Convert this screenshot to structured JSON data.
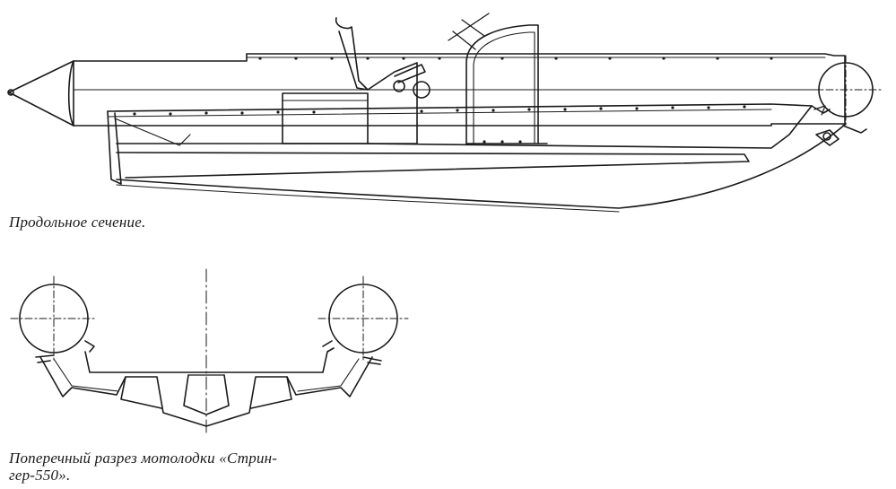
{
  "captions": {
    "longitudinal": "Продольное сечение.",
    "transverse_line1": "Поперечный разрез мотолодки «Стрин-",
    "transverse_line2": "гер-550»."
  },
  "colors": {
    "ink": "#1a1a1a",
    "paper": "#ffffff"
  }
}
